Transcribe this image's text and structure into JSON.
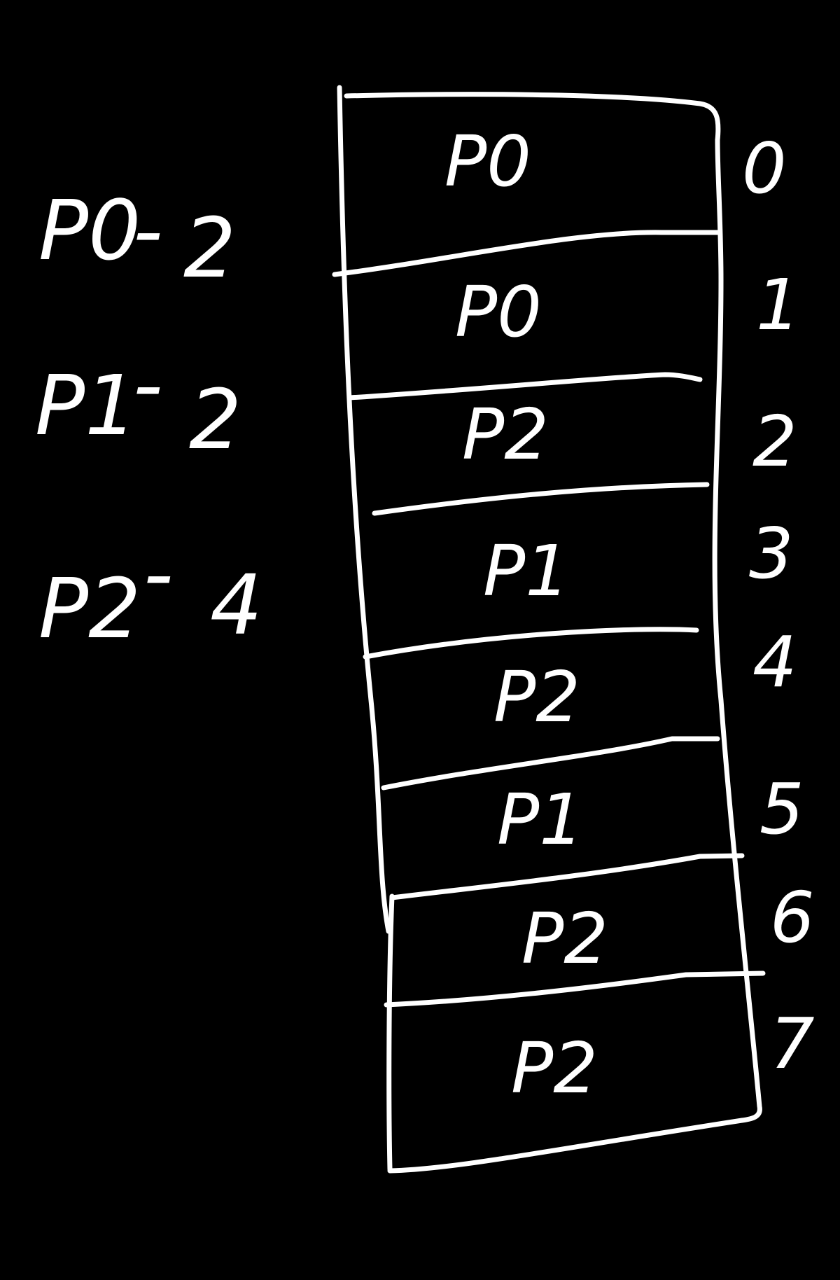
{
  "colors": {
    "background": "#000000",
    "ink": "#ffffff"
  },
  "legend": [
    {
      "label": "P0",
      "value": "2"
    },
    {
      "label": "P1",
      "value": "2"
    },
    {
      "label": "P2",
      "value": "4"
    }
  ],
  "blocks": [
    {
      "label": "P0",
      "address": "0"
    },
    {
      "label": "P0",
      "address": "1"
    },
    {
      "label": "P2",
      "address": "2"
    },
    {
      "label": "P1",
      "address": "3"
    },
    {
      "label": "P2",
      "address": "4"
    },
    {
      "label": "P1",
      "address": "5"
    },
    {
      "label": "P2",
      "address": "6"
    },
    {
      "label": "P2",
      "address": "7"
    }
  ]
}
